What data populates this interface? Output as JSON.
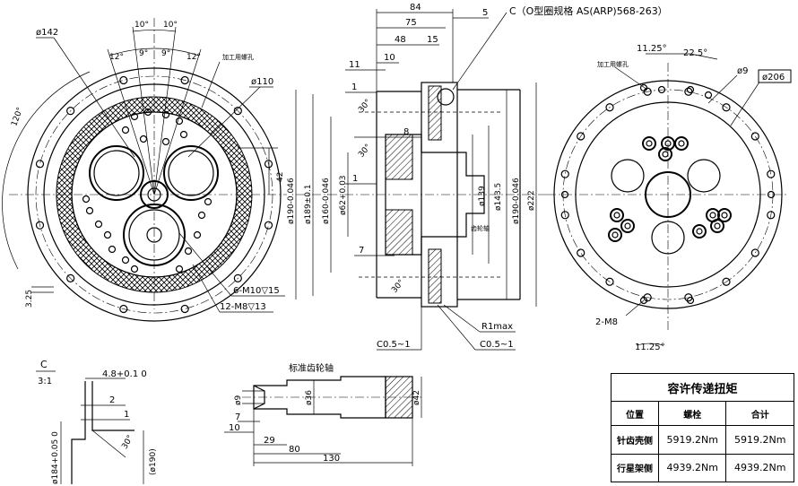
{
  "front_view": {
    "dia_outer_label": "ø142",
    "dia_inner_label": "ø110",
    "angles": [
      "10°",
      "10°",
      "12°",
      "9°",
      "9°",
      "12°"
    ],
    "angle_120": "120°",
    "dim_42": "42",
    "dim_325": "3.25",
    "note_machining": "加工用螺孔",
    "holes_1": "6-M10▽15",
    "holes_2": "12-M8▽13"
  },
  "section_view": {
    "dims_top": [
      "84",
      "75",
      "48",
      "15",
      "5",
      "11",
      "10",
      "1"
    ],
    "oring_label": "C（O型圈规格 AS(ARP)568-263）",
    "dims_vert": [
      "ø190-0.046",
      "ø189±0.1",
      "ø160-0.046",
      "ø62+0.03",
      "ø139",
      "ø143.5",
      "ø190-0.046",
      "ø222"
    ],
    "dim_8": "8",
    "dim_1b": "1",
    "dim_7": "7",
    "angle_30a": "30°",
    "angle_30b": "30°",
    "angle_30c": "30°",
    "gear_note": "齿轮轴",
    "r1max": "R1max",
    "c05_left": "C0.5~1",
    "c05_right": "C0.5~1"
  },
  "back_view": {
    "note_machining": "加工用螺孔",
    "angle_1125a": "11.25°",
    "angle_225": "22.5°",
    "hole_dia": "ø9",
    "dia_206": "ø206",
    "holes_m8": "2-M8",
    "angle_1125b": "11.25°"
  },
  "detail_c": {
    "label": "C",
    "scale": "3:1",
    "dim_48": "4.8+0.1 0",
    "dim_2": "2",
    "dim_1": "1",
    "angle_30": "30°",
    "dia_184": "ø184+0.05 0",
    "dia_190": "(ø190)"
  },
  "shaft_view": {
    "title": "标准齿轮轴",
    "dims": [
      "ø9",
      "ø36",
      "ø42",
      "7",
      "10",
      "29",
      "80",
      "130"
    ]
  },
  "torque_table": {
    "title": "容许传递扭矩",
    "headers": [
      "位置",
      "螺栓",
      "合计"
    ],
    "rows": [
      {
        "label": "针齿壳侧",
        "bolt": "5919.2Nm",
        "total": "5919.2Nm"
      },
      {
        "label": "行星架侧",
        "bolt": "4939.2Nm",
        "total": "4939.2Nm"
      }
    ]
  }
}
